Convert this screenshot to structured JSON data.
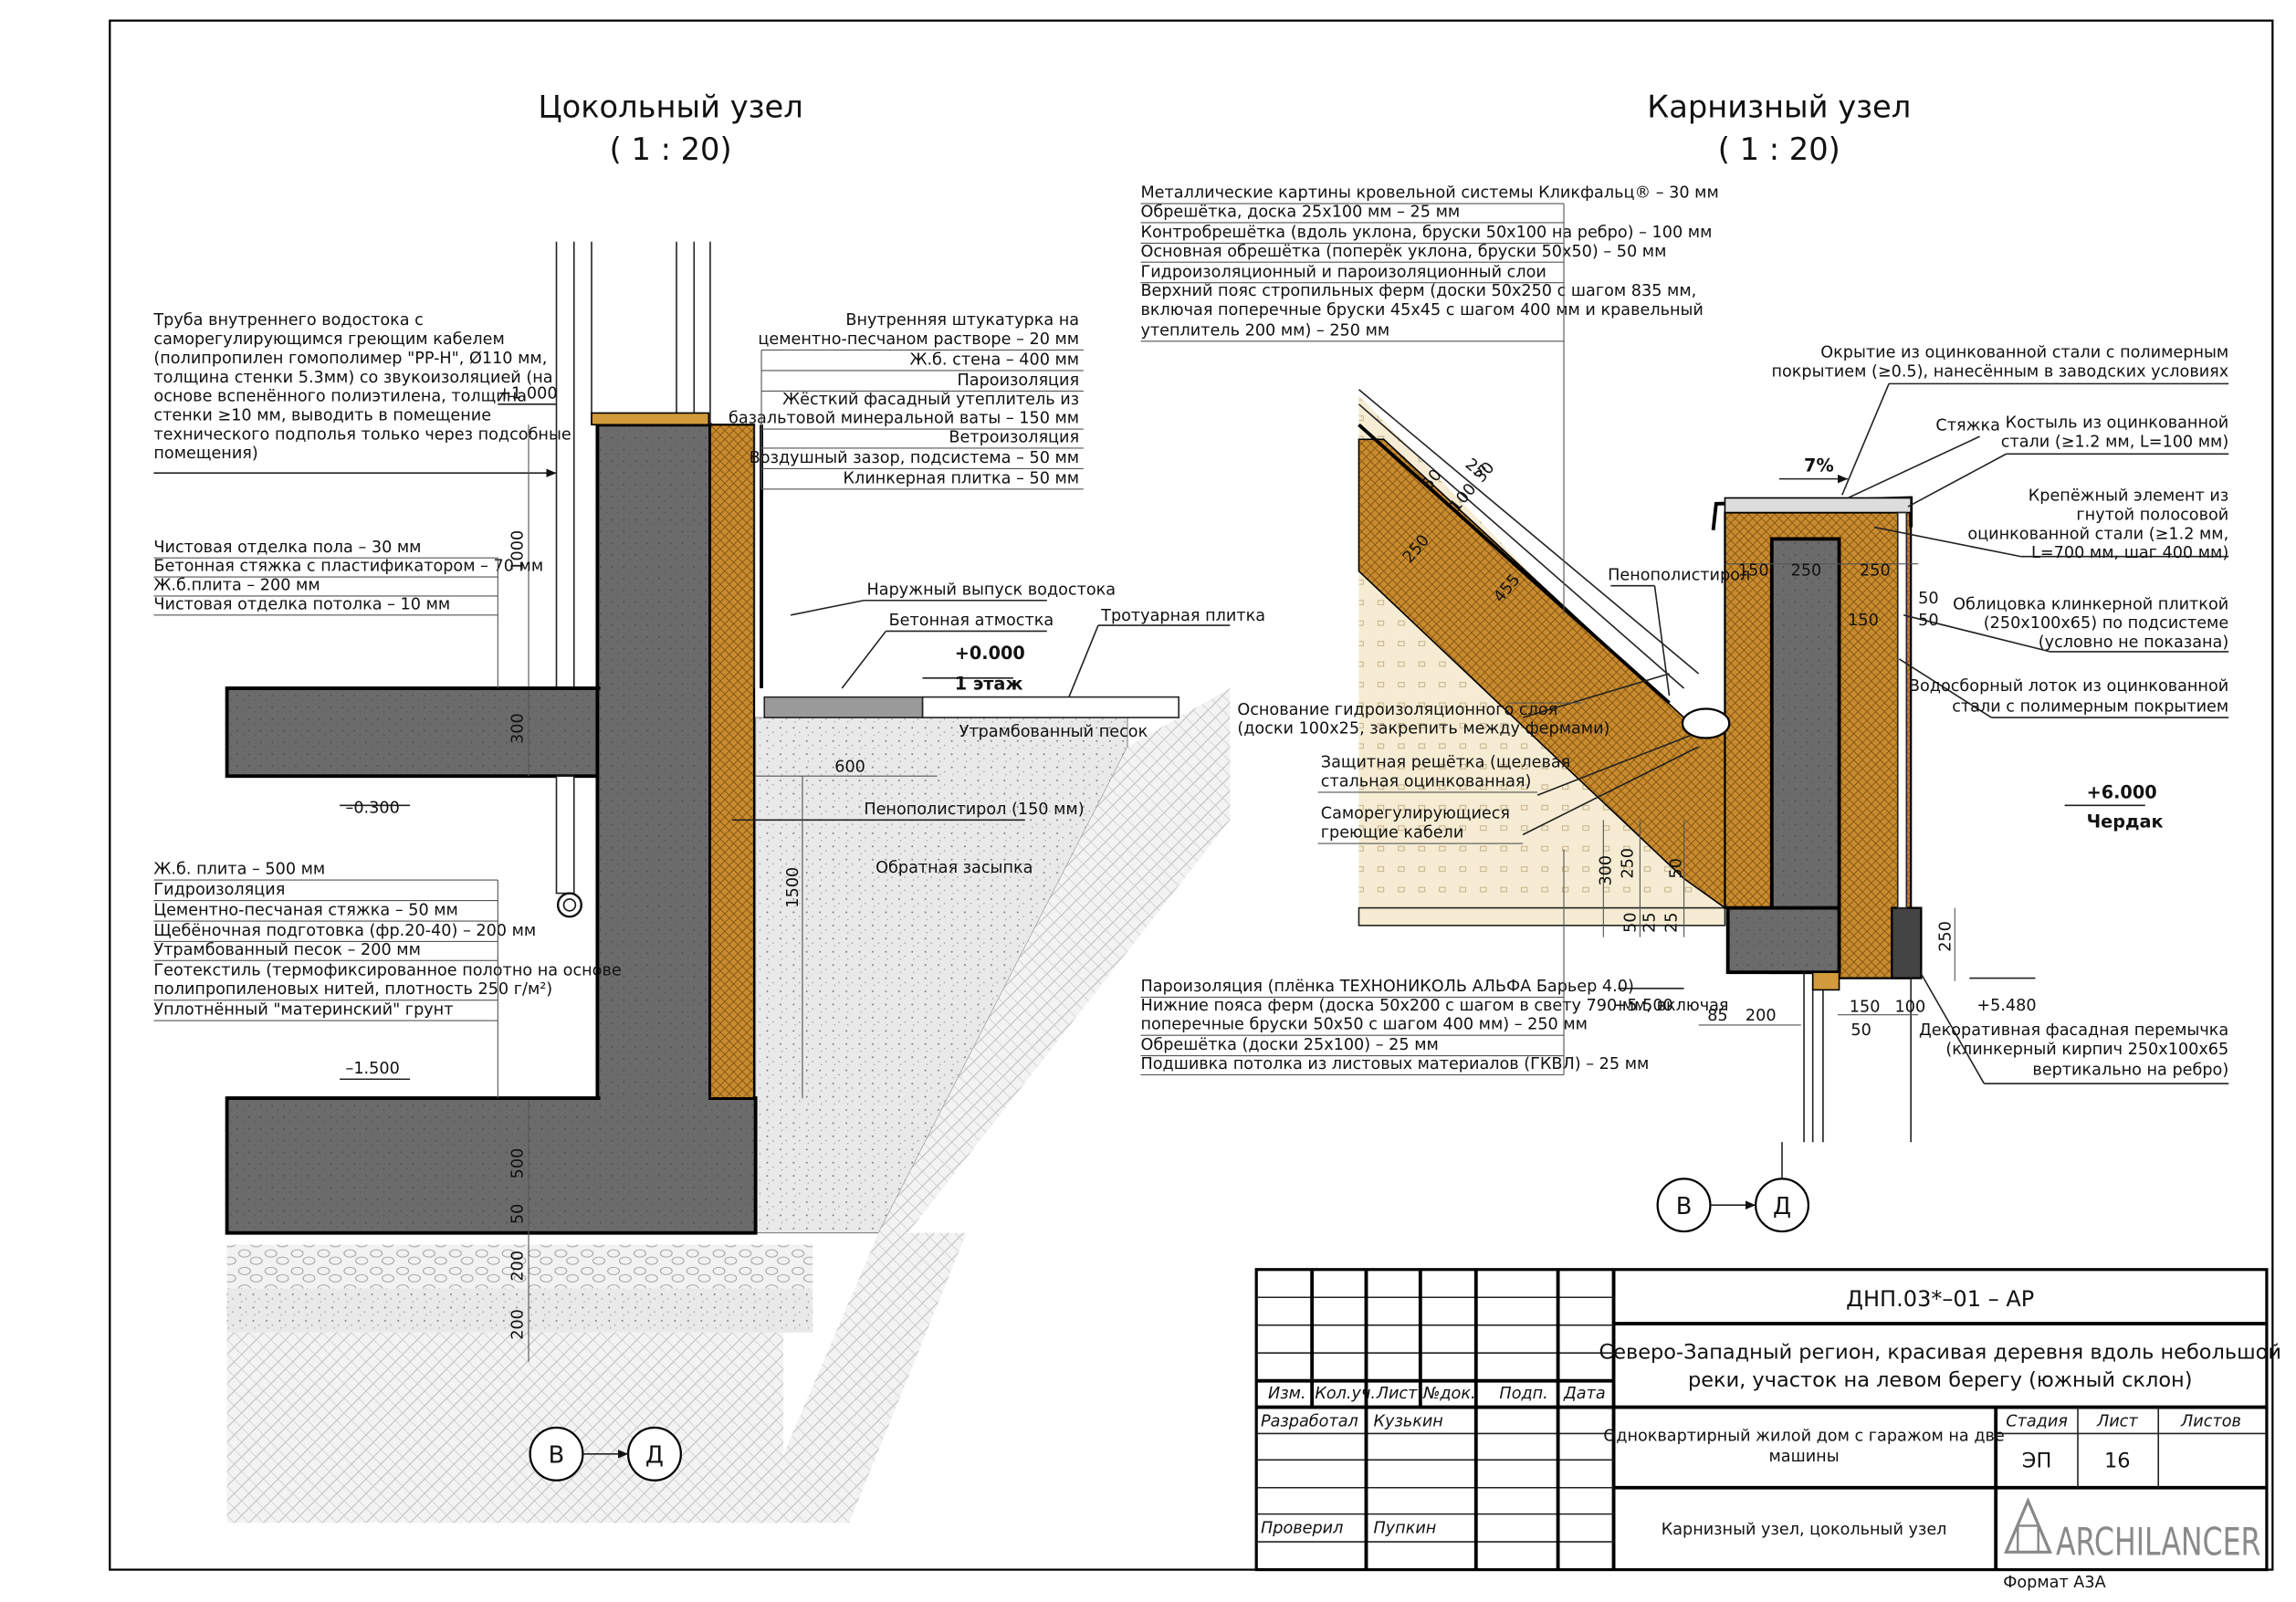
{
  "titles": {
    "plinth": "Цокольный узел",
    "plinth_scale": "( 1 : 20)",
    "eaves": "Карнизный узел",
    "eaves_scale": "( 1 : 20)"
  },
  "plinth_notes": {
    "drain_pipe": [
      "Труба внутреннего водостока с",
      "саморегулирующимся греющим кабелем",
      "(полипропилен гомополимер \"PP-H\", Ø110 мм,",
      "толщина стенки 5.3мм) со звукоизоляцией (на",
      "основе вспенённого полиэтилена, толщина",
      "стенки ≥10 мм, выводить в помещение",
      "технического подполья только через подсобные",
      "помещения)"
    ],
    "floor_layers": [
      "Чистовая отделка пола – 30 мм",
      "Бетонная стяжка с пластификатором – 70 мм",
      "Ж.б.плита – 200 мм",
      "Чистовая отделка потолка – 10 мм"
    ],
    "slab_layers": [
      "Ж.б. плита – 500 мм",
      "Гидроизоляция",
      "Цементно-песчаная стяжка – 50 мм",
      "Щебёночная подготовка (фр.20-40) – 200 мм",
      "Утрамбованный песок – 200 мм",
      "Геотекстиль (термофиксированное полотно на основе",
      "полипропиленовых нитей, плотность 250 г/м²)",
      "Уплотнённый \"материнский\" грунт"
    ],
    "wall_layers": [
      "Внутренняя штукатурка на",
      "цементно-песчаном растворе – 20 мм",
      "Ж.б. стена – 400 мм",
      "Пароизоляция",
      "Жёсткий фасадный утеплитель из",
      "базальтовой минеральной ваты – 150 мм",
      "Ветроизоляция",
      "Воздушный зазор, подсистема – 50 мм",
      "Клинкерная плитка – 50 мм"
    ],
    "outer_drain": "Наружный выпуск водостока",
    "blind_area": "Бетонная атмостка",
    "paving": "Тротуарная плитка",
    "level_0": "+0.000",
    "floor_1": "1 этаж",
    "compacted_sand": "Утрамбованный песок",
    "eps": "Пенополистирол (150 мм)",
    "backfill": "Обратная засыпка",
    "level_plus1": "+1.000",
    "level_m03": "–0.300",
    "level_m15": "–1.500",
    "dims": [
      "1000",
      "300",
      "600",
      "1500",
      "500",
      "50",
      "200",
      "200"
    ]
  },
  "eaves_notes": {
    "roof_layers": [
      "Металлические картины кровельной системы Кликфальц® – 30 мм",
      "Обрешётка, доска 25х100 мм – 25 мм",
      "Контробрешётка (вдоль уклона, бруски 50х100 на ребро) – 100 мм",
      "Основная обрешётка (поперёк уклона, бруски 50х50) – 50 мм",
      "Гидроизоляционный и пароизоляционный слои",
      "Верхний пояс стропильных ферм (доски 50х250 с шагом 835 мм,",
      "включая поперечные бруски 45х45 с шагом 400 мм и кравельный",
      "утеплитель 200 мм) – 250 мм"
    ],
    "ceiling_layers": [
      "Пароизоляция (плёнка ТЕХНОНИКОЛЬ АЛЬФА Барьер 4.0)",
      "Нижние пояса ферм (доска 50х200 с шагом в свету 790 мм, включая",
      "поперечные бруски 50х50 с шагом 400 мм) – 250 мм",
      "Обрешётка (доски 25х100) – 25 мм",
      "Подшивка потолка из листовых материалов (ГКВЛ) – 25 мм"
    ],
    "right_notes": {
      "cap": [
        "Окрытие из оцинкованной стали с полимерным",
        "покрытием (≥0.5), нанесённым в заводских условиях"
      ],
      "screed": "Стяжка",
      "crutch": [
        "Костыль из оцинкованной",
        "стали (≥1.2 мм, L=100 мм)"
      ],
      "fastener": [
        "Крепёжный элемент из",
        "гнутой полосовой",
        "оцинкованной стали (≥1.2 мм,",
        "L=700 мм, шаг 400 мм)"
      ],
      "cladding": [
        "Облицовка клинкерной плиткой",
        "(250х100х65) по подсистеме",
        "(условно не показана)"
      ],
      "gutter": [
        "Водосборный лоток из оцинкованной",
        "стали с полимерным покрытием"
      ],
      "lintel": [
        "Декоративная фасадная перемычка",
        "(клинкерный кирпич 250х100х65",
        "вертикально на ребро)"
      ]
    },
    "left_notes": {
      "eps": "Пенополистирол",
      "base": [
        "Основание гидроизоляционного слоя",
        "(доски 100х25, закрепить между фермами)"
      ],
      "grille": [
        "Защитная решётка (щелевая",
        "стальная оцинкованная)"
      ],
      "cables": [
        "Саморегулирующиеся",
        "греющие кабели"
      ]
    },
    "slope": "7%",
    "level_6": "+6.000",
    "attic": "Чердак",
    "level_55": "+5.500",
    "level_548": "+5.480",
    "dims_top": [
      "150",
      "250",
      "250",
      "150",
      "50",
      "50"
    ],
    "dims_roof": [
      "25",
      "50",
      "100",
      "30",
      "250",
      "455"
    ],
    "dims_low": [
      "300",
      "250",
      "50",
      "50",
      "25",
      "25",
      "85",
      "200",
      "150",
      "100",
      "50",
      "250"
    ]
  },
  "axes": {
    "left": "В",
    "right": "Д"
  },
  "title_block": {
    "code": "ДНП.03*–01 – АР",
    "region": [
      "Северо-Западный регион, красивая деревня вдоль небольшой",
      "реки, участок на левом берегу (южный склон)"
    ],
    "headers": [
      "Изм.",
      "Кол.уч.",
      "Лист",
      "№док.",
      "Подп.",
      "Дата"
    ],
    "developed_label": "Разработал",
    "developed_name": "Кузькин",
    "checked_label": "Проверил",
    "checked_name": "Пупкин",
    "project": [
      "Одноквартирный жилой дом с гаражом на две",
      "машины"
    ],
    "stage_h": "Стадия",
    "sheet_h": "Лист",
    "sheets_h": "Листов",
    "stage": "ЭП",
    "sheet": "16",
    "drawing": "Карнизный узел, цокольный узел",
    "logo": "ARCHILANCER",
    "format": "Формат А3А"
  },
  "colors": {
    "concrete": "#6b6b6b",
    "insulation": "#c98b2e",
    "eps_fill": "#e3b474",
    "gravel": "#e8e8e8",
    "frame": "#000000"
  }
}
